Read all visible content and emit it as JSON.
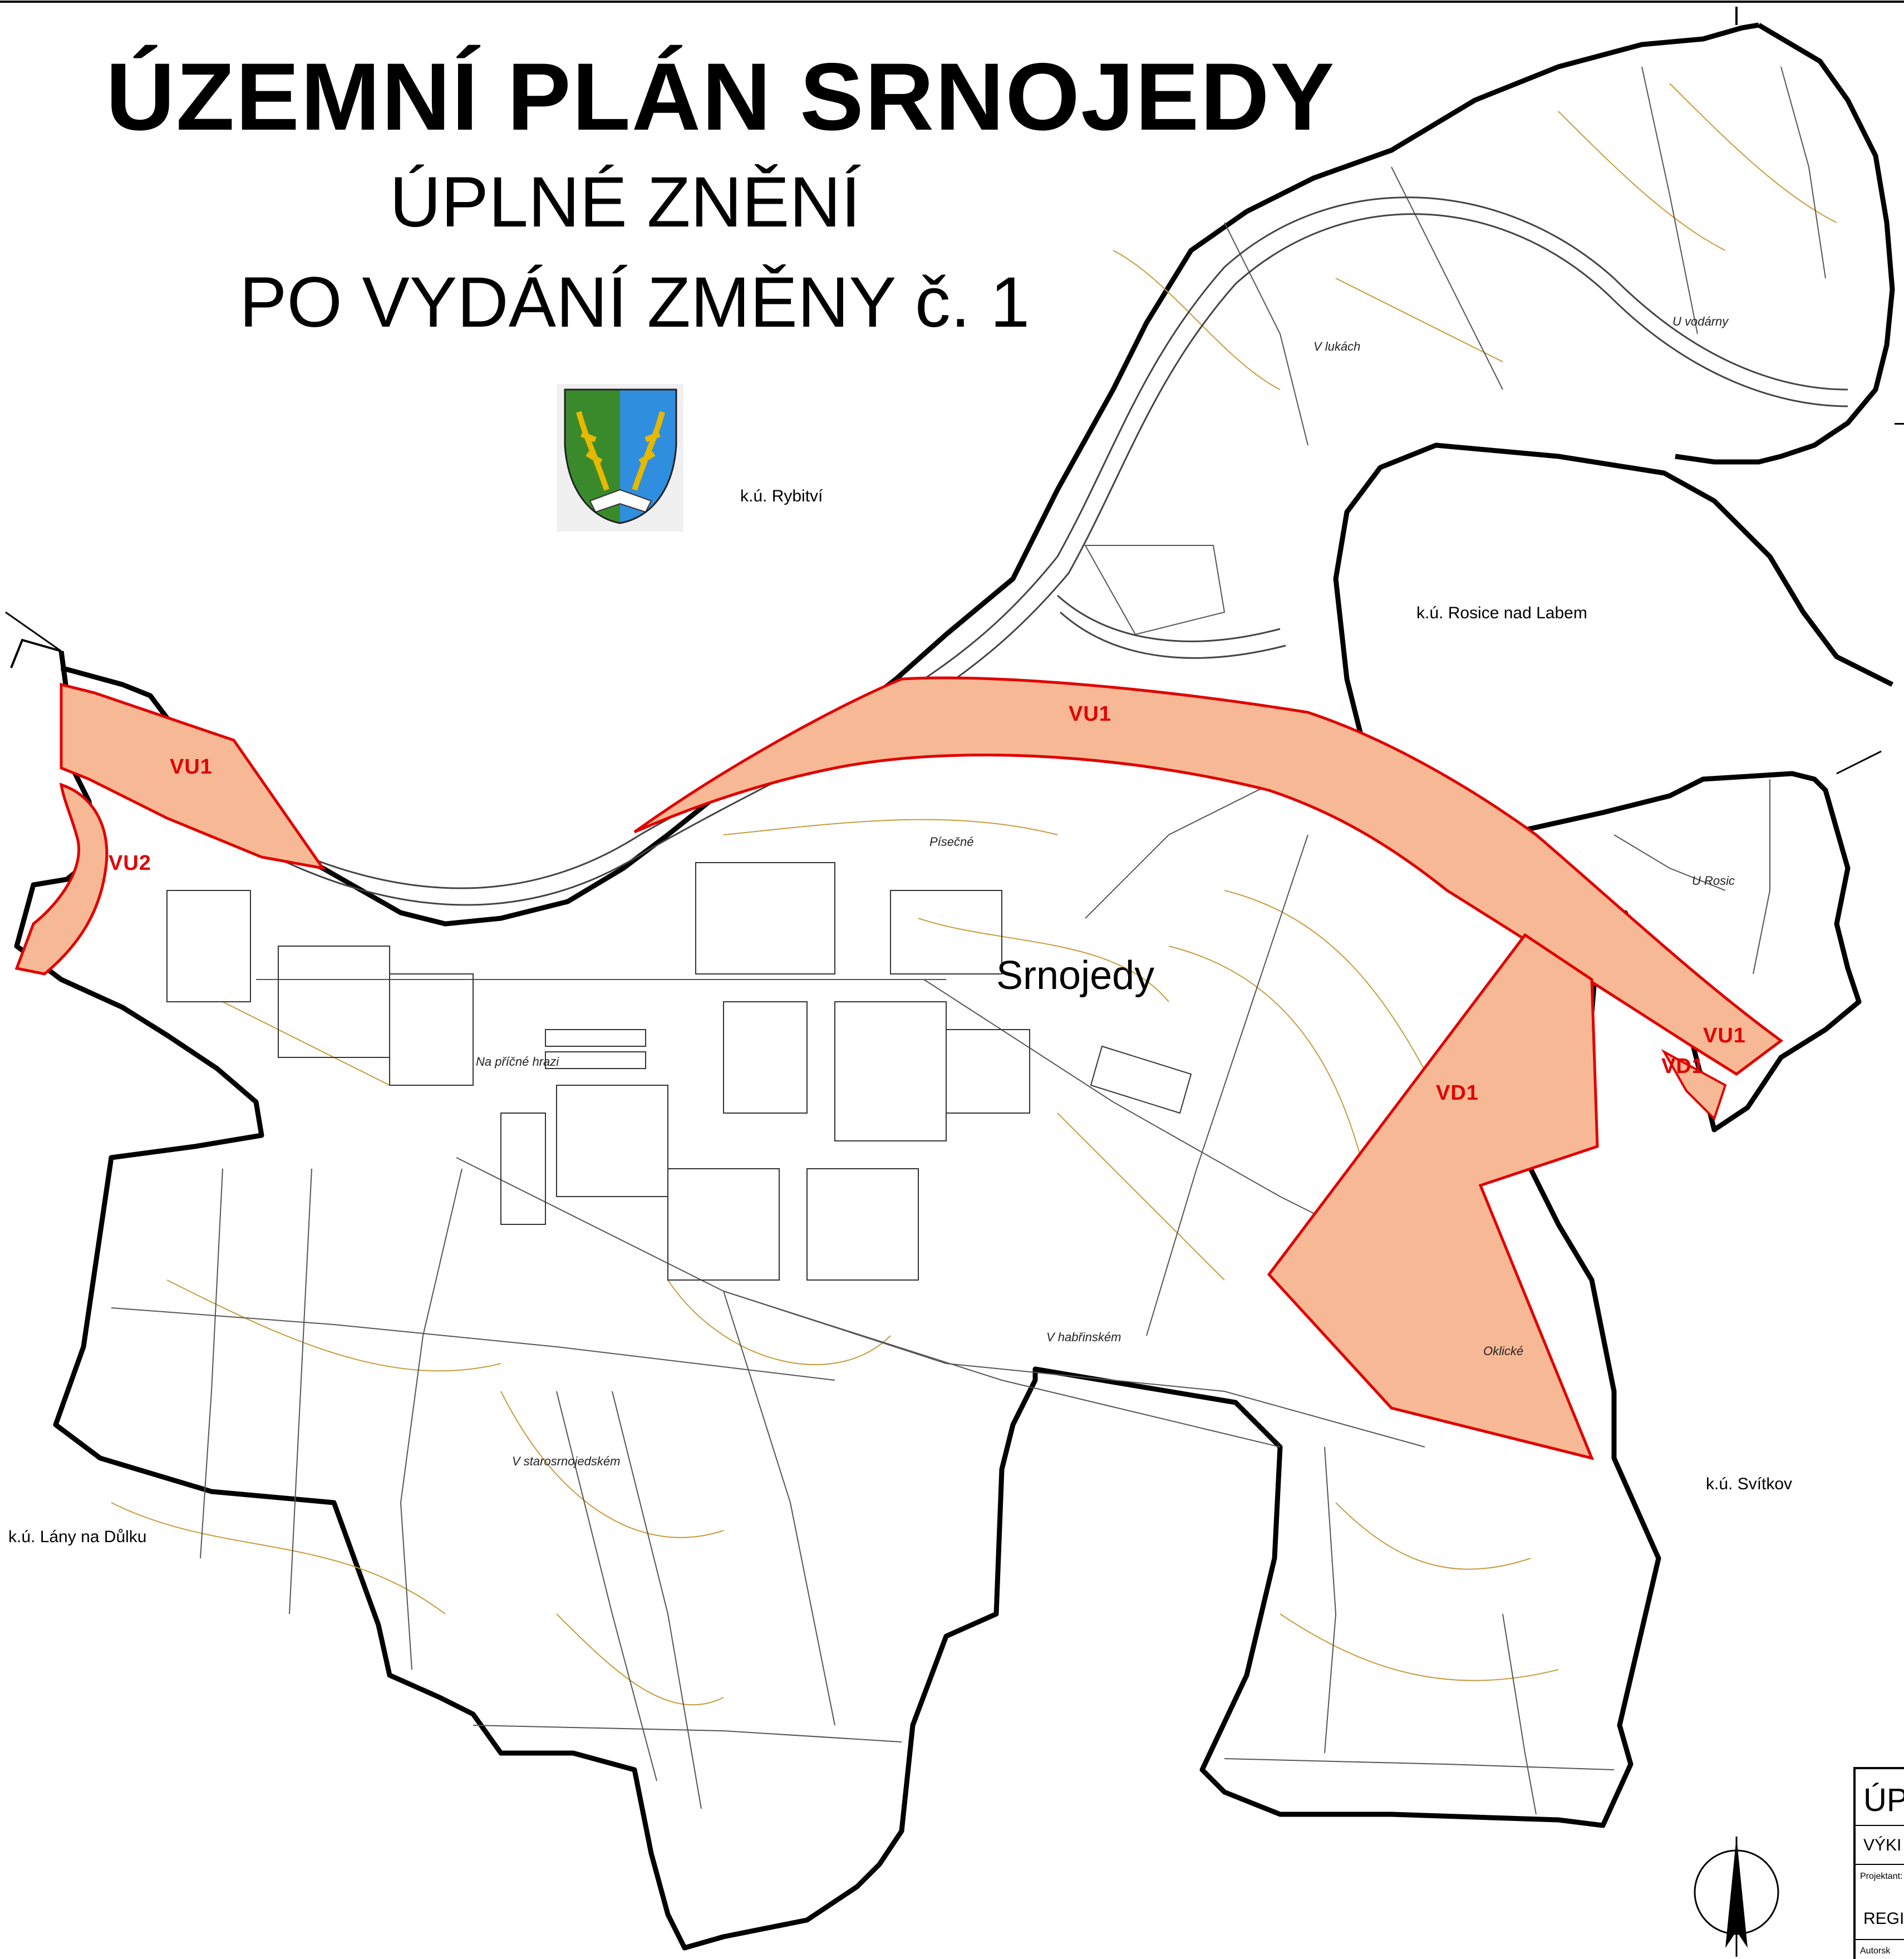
{
  "title": {
    "line1": "ÚZEMNÍ PLÁN SRNOJEDY",
    "line2": "ÚPLNÉ ZNĚNÍ",
    "line3": "PO VYDÁNÍ ZMĚNY č. 1"
  },
  "town_name": "Srnojedy",
  "cadastral_areas": {
    "rybitvi": "k.ú. Rybitví",
    "rosice": "k.ú. Rosice nad Labem",
    "svitkov": "k.ú. Svítkov",
    "lany": "k.ú. Lány na Důlku"
  },
  "localities": {
    "v_lukach": "V lukách",
    "u_vodarny": "U vodárny",
    "u_rosic": "U Rosic",
    "pisecne": "Písečné",
    "na_pricne_hrazi": "Na příčné hrazi",
    "v_habrinskem": "V habřinském",
    "v_starosrnojedskem": "V starosrnojedském",
    "oklicke": "Oklické"
  },
  "zones": {
    "vu1": "VU1",
    "vu2": "VU2",
    "vd1": "VD1"
  },
  "title_block": {
    "code": "ÚP",
    "subtitle": "VÝKI",
    "projektant_label": "Projektant:",
    "projektant": "REGI",
    "autor_label": "Autorsk"
  },
  "colors": {
    "zone_fill": "#f7b995",
    "zone_outline": "#e00000",
    "boundary": "#000000",
    "contour": "#c89b3c",
    "parcel": "#555555",
    "zone_label": "#e00000"
  },
  "icons": {
    "emblem": "coat-of-arms-icon",
    "north_arrow": "north-arrow-icon"
  }
}
